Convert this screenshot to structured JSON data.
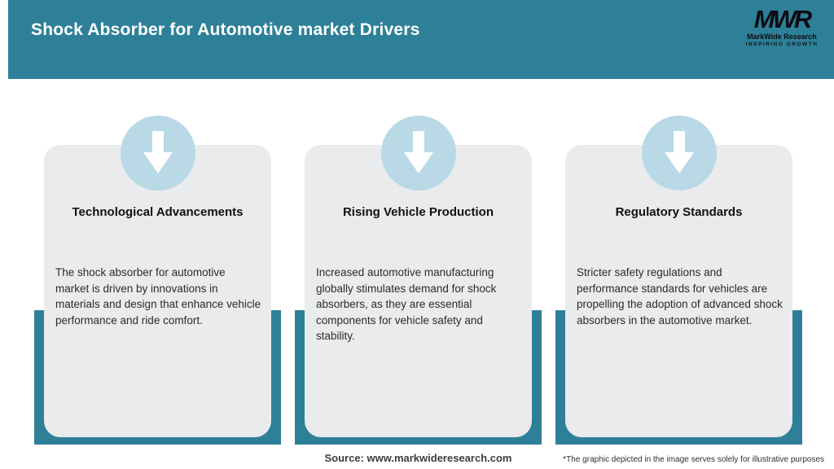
{
  "header": {
    "title": "Shock Absorber for Automotive market Drivers",
    "logo": {
      "abbr": "MWR",
      "name": "MarkWide Research",
      "tagline": "INSPIRING GROWTH"
    }
  },
  "cards": [
    {
      "icon": "down-arrow-icon",
      "title": "Technological Advancements",
      "body": "The shock absorber for automotive market is driven by innovations in materials and design that enhance vehicle performance and ride comfort."
    },
    {
      "icon": "down-arrow-icon",
      "title": "Rising Vehicle Production",
      "body": "Increased automotive manufacturing globally stimulates demand for shock absorbers, as they are essential components for vehicle safety and stability."
    },
    {
      "icon": "down-arrow-icon",
      "title": "Regulatory Standards",
      "body": "Stricter safety regulations and performance standards for vehicles are propelling the adoption of advanced shock absorbers in the automotive market."
    }
  ],
  "footer": {
    "source": "Source: www.markwideresearch.com",
    "disclaimer": "*The graphic depicted in the image serves solely for illustrative purposes"
  },
  "colors": {
    "accent_teal": "#2e8098",
    "card_bg": "#e9ebec",
    "icon_circle_bg": "#b9d9e6",
    "arrow": "#ffffff",
    "header_text": "#ffffff",
    "logo_text": "#0c0c12"
  }
}
